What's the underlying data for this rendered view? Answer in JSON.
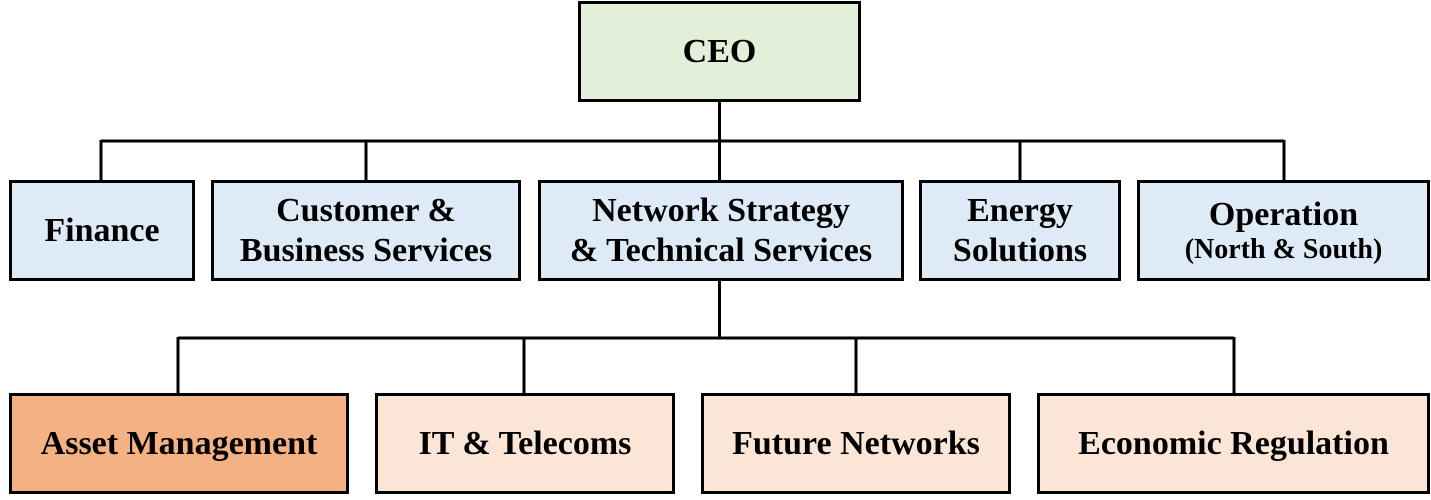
{
  "colors": {
    "ceo_fill": "#e2efd9",
    "level1_fill": "#deebf7",
    "level2_fill": "#fbe5d6",
    "highlight_fill": "#f4b183",
    "border": "#000000",
    "line": "#000000"
  },
  "ceo": {
    "label": "CEO"
  },
  "departments": [
    {
      "line1": "Finance",
      "line2": ""
    },
    {
      "line1": "Customer &",
      "line2": "Business Services"
    },
    {
      "line1": "Network Strategy",
      "line2": "& Technical Services"
    },
    {
      "line1": "Energy",
      "line2": "Solutions"
    },
    {
      "line1": "Operation",
      "line2": "(North & South)"
    }
  ],
  "sub_departments": [
    {
      "label": "Asset Management",
      "highlighted": true
    },
    {
      "label": "IT & Telecoms",
      "highlighted": false
    },
    {
      "label": "Future Networks",
      "highlighted": false
    },
    {
      "label": "Economic Regulation",
      "highlighted": false
    }
  ]
}
